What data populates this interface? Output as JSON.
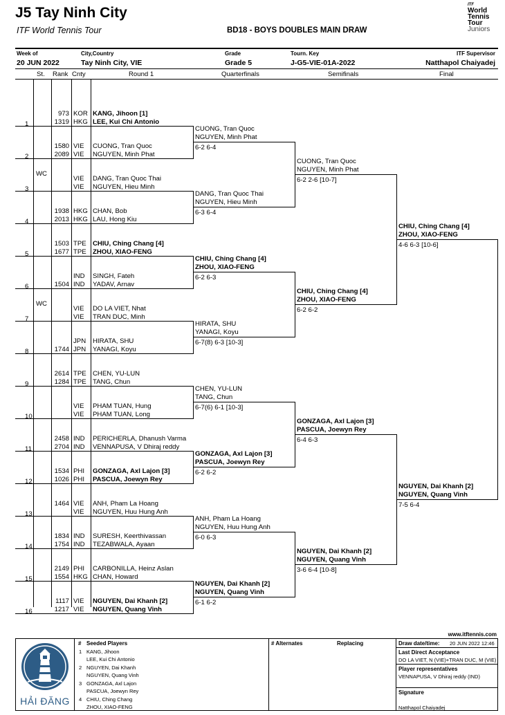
{
  "header": {
    "title": "J5 Tay Ninh City",
    "tour": "ITF World Tennis Tour",
    "draw_name": "BD18 - BOYS DOUBLES MAIN DRAW",
    "logo_itf": "ITF",
    "logo_lines": [
      "World",
      "Tennis",
      "Tour",
      "Juniors"
    ]
  },
  "info": {
    "week_label": "Week of",
    "week_value": "20 JUN 2022",
    "city_label": "City,Country",
    "city_value": "Tay Ninh City, VIE",
    "grade_label": "Grade",
    "grade_value": "Grade 5",
    "key_label": "Tourn. Key",
    "key_value": "J-G5-VIE-01A-2022",
    "sup_label": "ITF Supervisor",
    "sup_value": "Natthapol Chaiyadej"
  },
  "columns": {
    "st": "St.",
    "rank": "Rank",
    "cnty": "Cnty",
    "r1": "Round 1",
    "qf": "Quarterfinals",
    "sf": "Semifinals",
    "f": "Final"
  },
  "round1": [
    {
      "line": "1",
      "st": "",
      "r1": "973",
      "c1": "KOR",
      "p1": "KANG, Jihoon [1]",
      "r2": "1319",
      "c2": "HKG",
      "p2": "LEE, Kui Chi Antonio",
      "bold": true
    },
    {
      "line": "2",
      "st": "",
      "r1": "1580",
      "c1": "VIE",
      "p1": "CUONG, Tran Quoc",
      "r2": "2089",
      "c2": "VIE",
      "p2": "NGUYEN, Minh Phat",
      "bold": false
    },
    {
      "line": "3",
      "st": "WC",
      "r1": "",
      "c1": "VIE",
      "p1": "DANG, Tran Quoc Thai",
      "r2": "",
      "c2": "VIE",
      "p2": "NGUYEN, Hieu Minh",
      "bold": false
    },
    {
      "line": "4",
      "st": "",
      "r1": "1938",
      "c1": "HKG",
      "p1": "CHAN, Bob",
      "r2": "2013",
      "c2": "HKG",
      "p2": "LAU, Hong Kiu",
      "bold": false
    },
    {
      "line": "5",
      "st": "",
      "r1": "1503",
      "c1": "TPE",
      "p1": "CHIU, Ching Chang [4]",
      "r2": "1677",
      "c2": "TPE",
      "p2": "ZHOU, XIAO-FENG",
      "bold": true
    },
    {
      "line": "6",
      "st": "",
      "r1": "",
      "c1": "IND",
      "p1": "SINGH, Fateh",
      "r2": "1504",
      "c2": "IND",
      "p2": "YADAV, Arnav",
      "bold": false
    },
    {
      "line": "7",
      "st": "WC",
      "r1": "",
      "c1": "VIE",
      "p1": "DO LA VIET, Nhat",
      "r2": "",
      "c2": "VIE",
      "p2": "TRAN DUC, Minh",
      "bold": false
    },
    {
      "line": "8",
      "st": "",
      "r1": "",
      "c1": "JPN",
      "p1": "HIRATA, SHU",
      "r2": "1744",
      "c2": "JPN",
      "p2": "YANAGI, Koyu",
      "bold": false
    },
    {
      "line": "9",
      "st": "",
      "r1": "2614",
      "c1": "TPE",
      "p1": "CHEN, YU-LUN",
      "r2": "1284",
      "c2": "TPE",
      "p2": "TANG, Chun",
      "bold": false
    },
    {
      "line": "10",
      "st": "",
      "r1": "",
      "c1": "VIE",
      "p1": "PHAM TUAN, Hung",
      "r2": "",
      "c2": "VIE",
      "p2": "PHAM TUAN, Long",
      "bold": false
    },
    {
      "line": "11",
      "st": "",
      "r1": "2458",
      "c1": "IND",
      "p1": "PERICHERLA, Dhanush Varma",
      "r2": "2704",
      "c2": "IND",
      "p2": "VENNAPUSA, V Dhiraj reddy",
      "bold": false
    },
    {
      "line": "12",
      "st": "",
      "r1": "1534",
      "c1": "PHI",
      "p1": "GONZAGA, Axl Lajon [3]",
      "r2": "1026",
      "c2": "PHI",
      "p2": "PASCUA, Joewyn Rey",
      "bold": true
    },
    {
      "line": "13",
      "st": "",
      "r1": "1464",
      "c1": "VIE",
      "p1": "ANH, Pham La Hoang",
      "r2": "",
      "c2": "VIE",
      "p2": "NGUYEN, Huu Hung Anh",
      "bold": false
    },
    {
      "line": "14",
      "st": "",
      "r1": "1834",
      "c1": "IND",
      "p1": "SURESH, Keerthivassan",
      "r2": "1754",
      "c2": "IND",
      "p2": "TEZABWALA, Ayaan",
      "bold": false
    },
    {
      "line": "15",
      "st": "",
      "r1": "2149",
      "c1": "PHI",
      "p1": "CARBONILLA, Heinz Aslan",
      "r2": "1554",
      "c2": "HKG",
      "p2": "CHAN, Howard",
      "bold": false
    },
    {
      "line": "16",
      "st": "",
      "r1": "1117",
      "c1": "VIE",
      "p1": "NGUYEN, Dai Khanh [2]",
      "r2": "1217",
      "c2": "VIE",
      "p2": "NGUYEN, Quang Vinh",
      "bold": true
    }
  ],
  "quarterfinals": [
    {
      "p1": "CUONG, Tran Quoc",
      "p2": "NGUYEN, Minh Phat",
      "score": "6-2 6-4",
      "bold": false
    },
    {
      "p1": "DANG, Tran Quoc Thai",
      "p2": "NGUYEN, Hieu Minh",
      "score": "6-3 6-4",
      "bold": false
    },
    {
      "p1": "CHIU, Ching Chang [4]",
      "p2": "ZHOU, XIAO-FENG",
      "score": "6-2 6-3",
      "bold": true
    },
    {
      "p1": "HIRATA, SHU",
      "p2": "YANAGI, Koyu",
      "score": "6-7(8) 6-3 [10-3]",
      "bold": false
    },
    {
      "p1": "CHEN, YU-LUN",
      "p2": "TANG, Chun",
      "score": "6-7(6) 6-1 [10-3]",
      "bold": false
    },
    {
      "p1": "GONZAGA, Axl Lajon [3]",
      "p2": "PASCUA, Joewyn Rey",
      "score": "6-2 6-2",
      "bold": true
    },
    {
      "p1": "ANH, Pham La Hoang",
      "p2": "NGUYEN, Huu Hung Anh",
      "score": "6-0 6-3",
      "bold": false
    },
    {
      "p1": "NGUYEN, Dai Khanh [2]",
      "p2": "NGUYEN, Quang Vinh",
      "score": "6-1 6-2",
      "bold": true
    }
  ],
  "semifinals": [
    {
      "p1": "CUONG, Tran Quoc",
      "p2": "NGUYEN, Minh Phat",
      "score": "6-2 2-6 [10-7]",
      "bold": false
    },
    {
      "p1": "CHIU, Ching Chang [4]",
      "p2": "ZHOU, XIAO-FENG",
      "score": "6-2 6-2",
      "bold": true
    },
    {
      "p1": "GONZAGA, Axl Lajon [3]",
      "p2": "PASCUA, Joewyn Rey",
      "score": "6-4 6-3",
      "bold": true
    },
    {
      "p1": "NGUYEN, Dai Khanh [2]",
      "p2": "NGUYEN, Quang Vinh",
      "score": "3-6 6-4 [10-8]",
      "bold": true
    }
  ],
  "final": [
    {
      "p1": "CHIU, Ching Chang [4]",
      "p2": "ZHOU, XIAO-FENG",
      "score": "4-6 6-3 [10-6]",
      "bold": true
    },
    {
      "p1": "NGUYEN, Dai Khanh [2]",
      "p2": "NGUYEN, Quang Vinh",
      "score": "7-5 6-4",
      "bold": true
    }
  ],
  "footer": {
    "website": "www.itftennis.com",
    "logo_caption": "HẢI ĐĂNG",
    "seeded_header": "Seeded Players",
    "hash": "#",
    "seeded": [
      {
        "n": "1",
        "a": "KANG, Jihoon",
        "b": "LEE, Kui Chi Antonio"
      },
      {
        "n": "2",
        "a": "NGUYEN, Dai Khanh",
        "b": "NGUYEN, Quang Vinh"
      },
      {
        "n": "3",
        "a": "GONZAGA, Axl Lajon",
        "b": "PASCUA, Joewyn Rey"
      },
      {
        "n": "4",
        "a": "CHIU, Ching Chang",
        "b": "ZHOU, XIAO-FENG"
      }
    ],
    "alternates_header": "# Alternates",
    "replacing_header": "Replacing",
    "drawdate_label": "Draw date/time:",
    "drawdate_value": "20 JUN 2022 12:46",
    "lda_label": "Last Direct Acceptance",
    "lda_value": "DO LA VIET, N (VIE)+TRAN DUC, M (VIE)",
    "rep_label": "Player representatives",
    "rep_value": "VENNAPUSA, V Dhiraj reddy (IND)",
    "sig_label": "Signature",
    "sig_value": "Natthapol Chaiyadej"
  }
}
